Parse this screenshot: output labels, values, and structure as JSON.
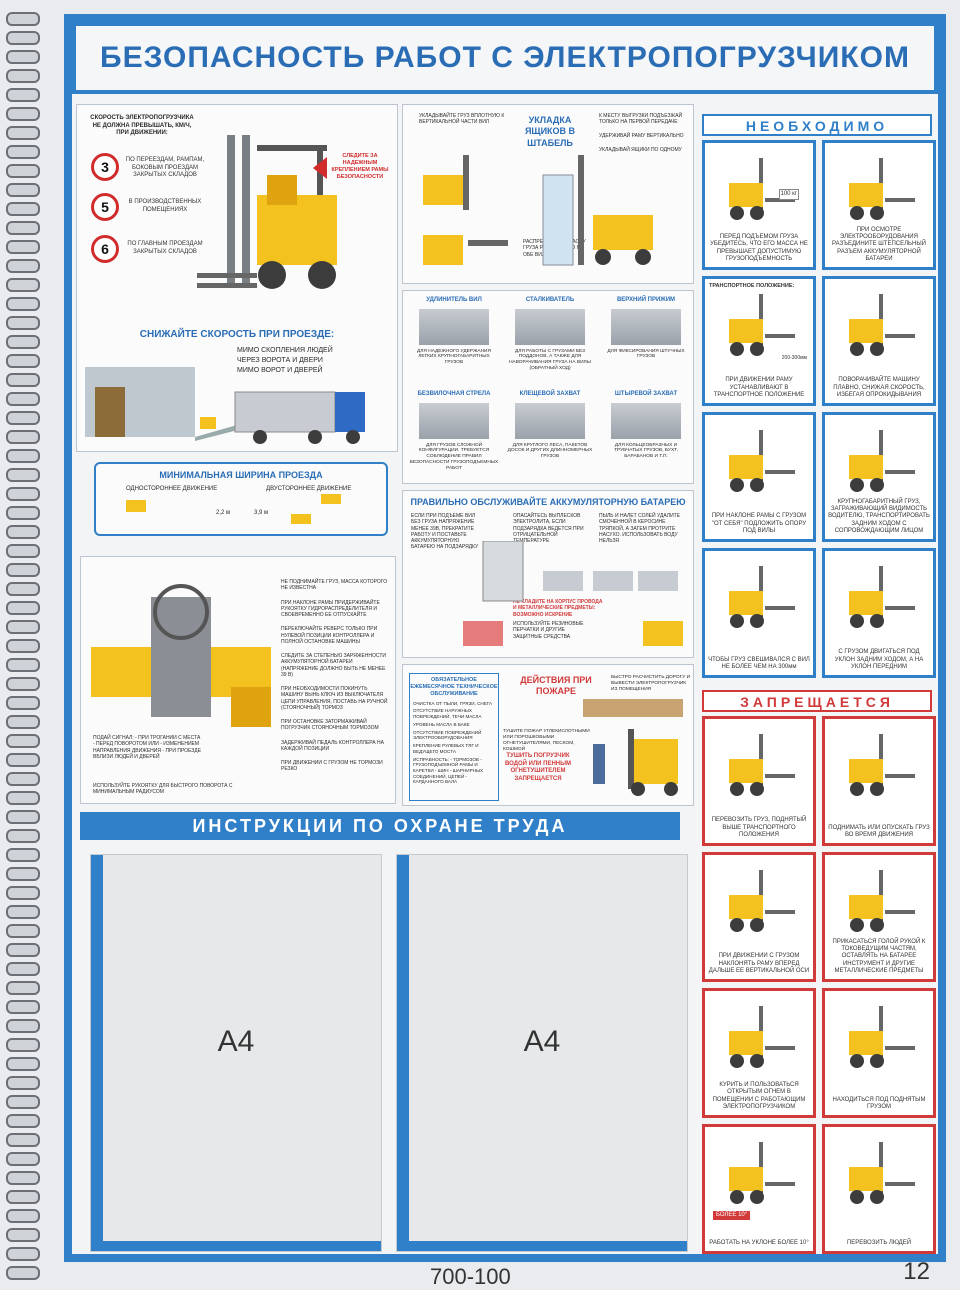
{
  "title": "БЕЗОПАСНОСТЬ РАБОТ С ЭЛЕКТРОПОГРУЗЧИКОМ",
  "speed": {
    "heading": "СКОРОСТЬ ЭЛЕКТРОПОГРУЗЧИКА НЕ ДОЛЖНА ПРЕВЫШАТЬ, КМ/Ч, ПРИ ДВИЖЕНИИ:",
    "items": [
      {
        "value": "3",
        "text": "ПО ПЕРЕЕЗДАМ, РАМПАМ, БОКОВЫМ ПРОЕЗДАМ ЗАКРЫТЫХ СКЛАДОВ"
      },
      {
        "value": "5",
        "text": "В ПРОИЗВОДСТВЕННЫХ ПОМЕЩЕНИЯХ"
      },
      {
        "value": "6",
        "text": "ПО ГЛАВНЫМ ПРОЕЗДАМ ЗАКРЫТЫХ СКЛАДОВ"
      }
    ],
    "note": "СЛЕДИТЕ ЗА НАДЕЖНЫМ КРЕПЛЕНИЕМ РАМЫ БЕЗОПАСНОСТИ"
  },
  "reduce": {
    "heading": "СНИЖАЙТЕ СКОРОСТЬ ПРИ ПРОЕЗДЕ:",
    "items": [
      "МИМО СКОПЛЕНИЯ ЛЮДЕЙ",
      "ЧЕРЕЗ ВОРОТА И ДВЕРИ",
      "МИМО ВОРОТ И ДВЕРЕЙ"
    ]
  },
  "width": {
    "heading": "МИНИМАЛЬНАЯ ШИРИНА ПРОЕЗДА",
    "one_way": "ОДНОСТОРОННЕЕ ДВИЖЕНИЕ",
    "two_way": "ДВУСТОРОННЕЕ ДВИЖЕНИЕ",
    "w1": "2,2 м",
    "w2": "3,9 м"
  },
  "controls": {
    "notes": [
      "НЕ ПОДНИМАЙТЕ ГРУЗ, МАССА КОТОРОГО НЕ ИЗВЕСТНА",
      "ПРИ НАКЛОНЕ РАМЫ ПРИДЕРЖИВАЙТЕ РУКОЯТКУ ГИДРОРАСПРЕДЕЛИТЕЛЯ И СВОЕВРЕМЕННО ЕЕ ОТПУСКАЙТЕ",
      "ПЕРЕКЛЮЧАЙТЕ РЕВЕРС ТОЛЬКО ПРИ НУЛЕВОЙ ПОЗИЦИИ КОНТРОЛЛЕРА И ПОЛНОЙ ОСТАНОВКЕ МАШИНЫ",
      "СЛЕДИТЕ ЗА СТЕПЕНЬЮ ЗАРЯЖЕННОСТИ АККУМУЛЯТОРНОЙ БАТАРЕИ (НАПРЯЖЕНИЕ ДОЛЖНО БЫТЬ НЕ МЕНЕЕ 39 В)",
      "ПРИ НЕОБХОДИМОСТИ ПОКИНУТЬ МАШИНУ ВЫНЬ КЛЮЧ ИЗ ВЫКЛЮЧАТЕЛЯ ЦЕПИ УПРАВЛЕНИЯ, ПОСТАВЬ НА РУЧНОЙ (СТОЯНОЧНЫЙ) ТОРМОЗ",
      "ПРИ ОСТАНОВКЕ ЗАТОРМАЖИВАЙ ПОГРУЗЧИК СТОЯНОЧНЫМ ТОРМОЗОМ",
      "ЗАДЕРЖИВАЙ ПЕДАЛЬ КОНТРОЛЛЕРА НА КАЖДОЙ ПОЗИЦИИ",
      "ПРИ ДВИЖЕНИИ С ГРУЗОМ НЕ ТОРМОЗИ РЕЗКО"
    ],
    "signal": "ПОДАЙ СИГНАЛ: - ПРИ ТРОГАНИИ С МЕСТА - ПЕРЕД ПОВОРОТОМ ИЛИ - ИЗМЕНЕНИЕМ НАПРАВЛЕНИЯ ДВИЖЕНИЯ - ПРИ ПРОЕЗДЕ ВБЛИЗИ ЛЮДЕЙ И ДВЕРЕЙ",
    "handle": "ИСПОЛЬЗУЙТЕ РУКОЯТКУ ДЛЯ БЫСТРОГО ПОВОРОТА С МИНИМАЛЬНЫМ РАДИУСОМ"
  },
  "stacking": {
    "heading": "УКЛАДКА ЯЩИКОВ В ШТАБЕЛЬ",
    "notes": [
      "УКЛАДЫВАЙТЕ ГРУЗ ВПЛОТНУЮ К ВЕРТИКАЛЬНОЙ ЧАСТИ ВИЛ",
      "К МЕСТУ ВЫГРУЗКИ ПОДЪЕЗЖАЙ ТОЛЬКО НА ПЕРВОЙ ПЕРЕДАЧЕ",
      "УДЕРЖИВАЙ РАМУ ВЕРТИКАЛЬНО",
      "УКЛАДЫВАЙ ЯЩИКИ ПО ОДНОМУ",
      "РАСПРЕДЕЛЯЙТЕ МАССУ ГРУЗА РАВНОМЕРНО НА ОБЕ ВИЛЫ"
    ]
  },
  "attachments": [
    {
      "name": "УДЛИНИТЕЛЬ ВИЛ",
      "text": "ДЛЯ НАДЕЖНОГО УДЕРЖАНИЯ ЛЕГКИХ КРУПНОГАБАРИТНЫХ ГРУЗОВ"
    },
    {
      "name": "СТАЛКИВАТЕЛЬ",
      "text": "ДЛЯ РАБОТЫ С ГРУЗАМИ БЕЗ ПОДДОНОВ, А ТАКЖЕ ДЛЯ НАВОРАЧИВАНИЯ ГРУЗА НА ВИЛЫ (ОБРАТНЫЙ ХОД)"
    },
    {
      "name": "ВЕРХНИЙ ПРИЖИМ",
      "text": "ДЛЯ ФИКСИРОВАНИЯ ШТУЧНЫХ ГРУЗОВ"
    },
    {
      "name": "БЕЗВИЛОЧНАЯ СТРЕЛА",
      "text": "ДЛЯ ГРУЗОВ СЛОЖНОЙ КОНФИГУРАЦИИ. ТРЕБУЕТСЯ СОБЛЮДЕНИЕ ПРАВИЛ БЕЗОПАСНОСТИ ГРУЗОПОДЪЕМНЫХ РАБОТ"
    },
    {
      "name": "КЛЕЩЕВОЙ ЗАХВАТ",
      "text": "ДЛЯ КРУГЛОГО ЛЕСА, ПАКЕТОВ ДОСОК И ДРУГИХ ДЛИННОМЕРНЫХ ГРУЗОВ"
    },
    {
      "name": "ШТЫРЕВОЙ ЗАХВАТ",
      "text": "ДЛЯ КОЛЬЦЕОБРАЗНЫХ И ТРУБЧАТЫХ ГРУЗОВ, БУХТ, БАРАБАНОВ И Т.П."
    }
  ],
  "battery": {
    "heading": "ПРАВИЛЬНО ОБСЛУЖИВАЙТЕ АККУМУЛЯТОРНУЮ БАТАРЕЮ",
    "notes": [
      "ЕСЛИ ПРИ ПОДЪЕМЕ ВИЛ БЕЗ ГРУЗА НАПРЯЖЕНИЕ МЕНЕЕ 39В, ПРЕКРАТИТЕ РАБОТУ И ПОСТАВЬТЕ АККУМУЛЯТОРНУЮ БАТАРЕЮ НА ПОДЗАРЯДКУ",
      "ОПАСАЙТЕСЬ ВЫПЛЕСКОВ ЭЛЕКТРОЛИТА, ЕСЛИ ПОДЗАРЯДКА ВЕДЕТСЯ ПРИ ОТРИЦАТЕЛЬНОЙ ТЕМПЕРАТУРЕ",
      "ПЫЛЬ И НАЛЕТ СОЛЕЙ УДАЛИТЕ СМОЧЕННОЙ В КЕРОСИНЕ ТРЯПКОЙ, А ЗАТЕМ ПРОТРИТЕ НАСУХО. ИСПОЛЬЗОВАТЬ ВОДУ НЕЛЬЗЯ",
      "НЕ КЛАДИТЕ НА КОРПУС ПРОВОДА И МЕТАЛЛИЧЕСКИЕ ПРЕДМЕТЫ: ВОЗМОЖНО ИСКРЕНИЕ",
      "ИСПОЛЬЗУЙТЕ РЕЗИНОВЫЕ ПЕРЧАТКИ И ДРУГИЕ ЗАЩИТНЫЕ СРЕДСТВА"
    ]
  },
  "maintenance": {
    "heading": "ОБЯЗАТЕЛЬНОЕ ЕЖЕМЕСЯЧНОЕ ТЕХНИЧЕСКОЕ ОБСЛУЖИВАНИЕ",
    "items": [
      "ОЧИСТКА ОТ ПЫЛИ, ГРЯЗИ, СНЕГА",
      "ОТСУТСТВИЕ НАРУЖНЫХ ПОВРЕЖДЕНИЙ, ТЕЧИ МАСЛА",
      "УРОВЕНЬ МАСЛА В БАКЕ",
      "ОТСУТСТВИЕ ПОВРЕЖДЕНИЙ ЭЛЕКТРООБОРУДОВАНИЯ",
      "КРЕПЛЕНИЕ РУЛЕВЫХ ТЯГ И ВЕДУЩЕГО МОСТА",
      "ИСПРАВНОСТЬ: - ТОРМОЗОВ - ГРУЗОПОДЪЕМНОЙ РАМЫ И КАРЕТКИ - ШИН - ШАРНИРНЫХ СОЕДИНЕНИЙ, ЦЕПЕЙ - КАРДАННОГО ВАЛА"
    ]
  },
  "fire": {
    "heading": "ДЕЙСТВИЯ ПРИ ПОЖАРЕ",
    "note1": "БЫСТРО РАСЧИСТИТЬ ДОРОГУ И ВЫВЕСТИ ЭЛЕКТРОПОГРУЗЧИК ИЗ ПОМЕЩЕНИЯ",
    "note2": "ТУШИТЕ ПОЖАР УГЛЕКИСЛОТНЫМИ ИЛИ ПОРОШКОВЫМИ ОГНЕТУШИТЕЛЯМИ, ПЕСКОМ, КОШМОЙ",
    "warning": "ТУШИТЬ ПОГРУЗЧИК ВОДОЙ ИЛИ ПЕННЫМ ОГНЕТУШИТЕЛЕМ ЗАПРЕЩАЕТСЯ"
  },
  "required": {
    "heading": "НЕОБХОДИМО",
    "cells": [
      "ПЕРЕД ПОДЪЕМОМ ГРУЗА УБЕДИТЕСЬ, ЧТО ЕГО МАССА НЕ ПРЕВЫШАЕТ ДОПУСТИМУЮ ГРУЗОПОДЪЕМНОСТЬ",
      "ПРИ ОСМОТРЕ ЭЛЕКТРООБОРУДОВАНИЯ РАЗЪЕДИНИТЕ ШТЕПСЕЛЬНЫЙ РАЗЪЕМ АККУМУЛЯТОРНОЙ БАТАРЕИ",
      "ПРИ ДВИЖЕНИИ РАМУ УСТАНАВЛИВАЮТ В ТРАНСПОРТНОЕ ПОЛОЖЕНИЕ",
      "ПОВОРАЧИВАЙТЕ МАШИНУ ПЛАВНО, СНИЖАЯ СКОРОСТЬ, ИЗБЕГАЯ ОПРОКИДЫВАНИЯ",
      "ПРИ НАКЛОНЕ РАМЫ С ГРУЗОМ \"ОТ СЕБЯ\" ПОДЛОЖИТЬ ОПОРУ ПОД ВИЛЫ",
      "КРУПНОГАБАРИТНЫЙ ГРУЗ, ЗАГРАЖИВАЮЩИЙ ВИДИМОСТЬ ВОДИТЕЛЮ, ТРАНСПОРТИРОВАТЬ ЗАДНИМ ХОДОМ С СОПРОВОЖДАЮЩИМ ЛИЦОМ",
      "ЧТОБЫ ГРУЗ СВЕШИВАЛСЯ С ВИЛ НЕ БОЛЕЕ ЧЕМ НА 300мм",
      "С ГРУЗОМ ДВИГАТЬСЯ ПОД УКЛОН ЗАДНИМ ХОДОМ, А НА УКЛОН ПЕРЕДНИМ"
    ],
    "weight": "100 кг",
    "transport": "ТРАНСПОРТНОЕ ПОЛОЖЕНИЕ:",
    "transport_h": "200-300мм"
  },
  "forbidden": {
    "heading": "ЗАПРЕЩАЕТСЯ",
    "cells": [
      "ПЕРЕВОЗИТЬ ГРУЗ, ПОДНЯТЫЙ ВЫШЕ ТРАНСПОРТНОГО ПОЛОЖЕНИЯ",
      "ПОДНИМАТЬ ИЛИ ОПУСКАТЬ ГРУЗ ВО ВРЕМЯ ДВИЖЕНИЯ",
      "ПРИ ДВИЖЕНИИ С ГРУЗОМ НАКЛОНЯТЬ РАМУ ВПЕРЕД ДАЛЬШЕ ЕЕ ВЕРТИКАЛЬНОЙ ОСИ",
      "ПРИКАСАТЬСЯ ГОЛОЙ РУКОЙ К ТОКОВЕДУЩИМ ЧАСТЯМ, ОСТАВЛЯТЬ НА БАТАРЕЕ ИНСТРУМЕНТ И ДРУГИЕ МЕТАЛЛИЧЕСКИЕ ПРЕДМЕТЫ",
      "КУРИТЬ И ПОЛЬЗОВАТЬСЯ ОТКРЫТЫМ ОГНЕМ В ПОМЕЩЕНИИ С РАБОТАЮЩИМ ЭЛЕКТРОПОГРУЗЧИКОМ",
      "НАХОДИТЬСЯ ПОД ПОДНЯТЫМ ГРУЗОМ",
      "РАБОТАТЬ НА УКЛОНЕ БОЛЕЕ 10°",
      "ПЕРЕВОЗИТЬ ЛЮДЕЙ"
    ],
    "slope": "БОЛЕЕ 10°"
  },
  "instructions": {
    "heading": "ИНСТРУКЦИИ ПО ОХРАНЕ ТРУДА",
    "pocket1": "А4",
    "pocket2": "А4"
  },
  "footer": {
    "page": "12",
    "code": "700-100"
  },
  "colors": {
    "blue": "#2f7fc9",
    "red": "#d23a3a",
    "yellow": "#f3c21f"
  }
}
